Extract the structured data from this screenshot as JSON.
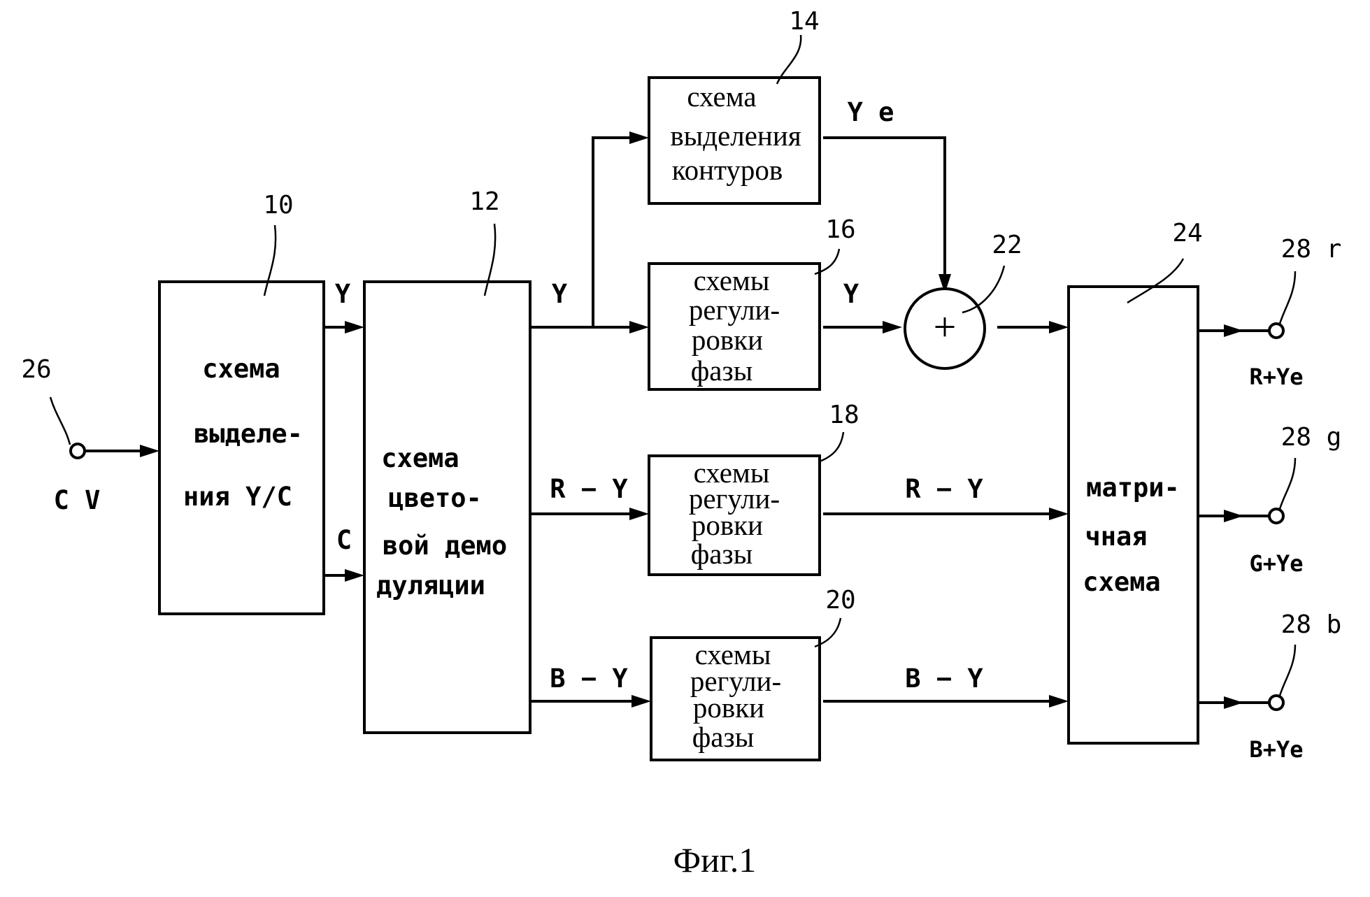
{
  "caption": "Фиг.1",
  "blocks": {
    "yc_separator": {
      "ref": "10",
      "lines": [
        "схема",
        "выделе-",
        "ния Y/C"
      ]
    },
    "color_demod": {
      "ref": "12",
      "lines": [
        "схема",
        "цвето-",
        "вой демо",
        "дуляции"
      ]
    },
    "contour": {
      "ref": "14",
      "lines": [
        "схема",
        "выделения",
        "контуров"
      ]
    },
    "phase_y": {
      "ref": "16",
      "lines": [
        "схемы",
        "регули-",
        "ровки",
        "фазы"
      ]
    },
    "phase_ry": {
      "ref": "18",
      "lines": [
        "схемы",
        "регули-",
        "ровки",
        "фазы"
      ]
    },
    "phase_by": {
      "ref": "20",
      "lines": [
        "схемы",
        "регули-",
        "ровки",
        "фазы"
      ]
    },
    "adder": {
      "ref": "22",
      "symbol": "+"
    },
    "matrix": {
      "ref": "24",
      "lines": [
        "матри-",
        "чная",
        "схема"
      ]
    }
  },
  "terminals": {
    "input": {
      "ref": "26",
      "label": "C V"
    },
    "out_r": {
      "ref": "28 r",
      "label": "R+Ye"
    },
    "out_g": {
      "ref": "28 g",
      "label": "G+Ye"
    },
    "out_b": {
      "ref": "28 b",
      "label": "B+Ye"
    }
  },
  "signals": {
    "y_after_sep": "Y",
    "c_after_sep": "C",
    "y_after_demod": "Y",
    "ye": "Y e",
    "y_after_phase": "Y",
    "ry_in": "R − Y",
    "ry_out": "R − Y",
    "by_in": "B − Y",
    "by_out": "B − Y"
  }
}
